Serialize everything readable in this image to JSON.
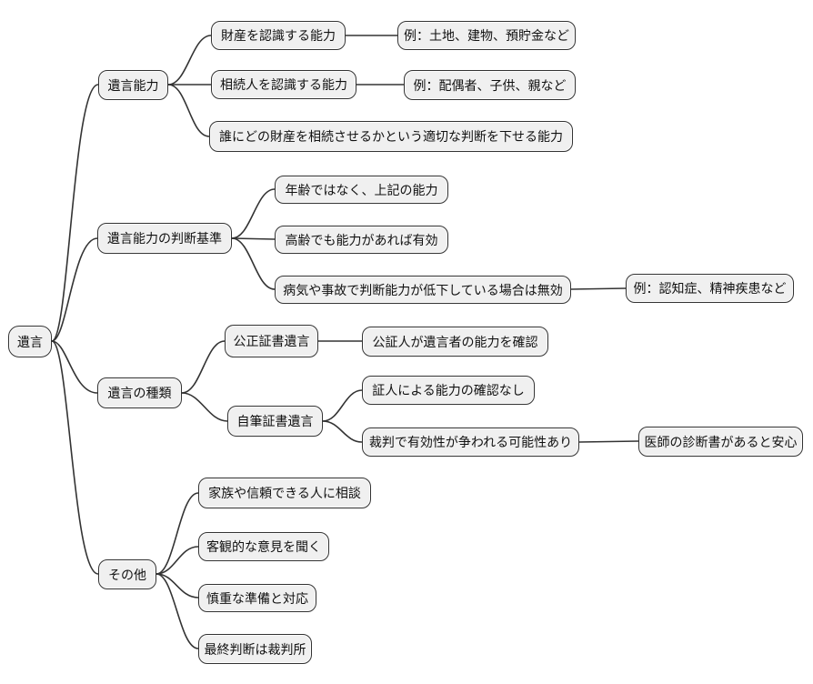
{
  "style": {
    "background": "#ffffff",
    "node_fill": "#f0f0f0",
    "node_border": "#333333",
    "edge_color": "#333333",
    "text_color": "#111111"
  },
  "mindmap": {
    "root": {
      "label": "遺言",
      "children": [
        {
          "label": "遺言能力",
          "children": [
            {
              "label": "財産を認識する能力",
              "children": [
                {
                  "label": "例：土地、建物、預貯金など"
                }
              ]
            },
            {
              "label": "相続人を認識する能力",
              "children": [
                {
                  "label": "例：配偶者、子供、親など"
                }
              ]
            },
            {
              "label": "誰にどの財産を相続させるかという適切な判断を下せる能力"
            }
          ]
        },
        {
          "label": "遺言能力の判断基準",
          "children": [
            {
              "label": "年齢ではなく、上記の能力"
            },
            {
              "label": "高齢でも能力があれば有効"
            },
            {
              "label": "病気や事故で判断能力が低下している場合は無効",
              "children": [
                {
                  "label": "例：認知症、精神疾患など"
                }
              ]
            }
          ]
        },
        {
          "label": "遺言の種類",
          "children": [
            {
              "label": "公正証書遺言",
              "children": [
                {
                  "label": "公証人が遺言者の能力を確認"
                }
              ]
            },
            {
              "label": "自筆証書遺言",
              "children": [
                {
                  "label": "証人による能力の確認なし"
                },
                {
                  "label": "裁判で有効性が争われる可能性あり",
                  "children": [
                    {
                      "label": "医師の診断書があると安心"
                    }
                  ]
                }
              ]
            }
          ]
        },
        {
          "label": "その他",
          "children": [
            {
              "label": "家族や信頼できる人に相談"
            },
            {
              "label": "客観的な意見を聞く"
            },
            {
              "label": "慎重な準備と対応"
            },
            {
              "label": "最終判断は裁判所"
            }
          ]
        }
      ]
    }
  }
}
